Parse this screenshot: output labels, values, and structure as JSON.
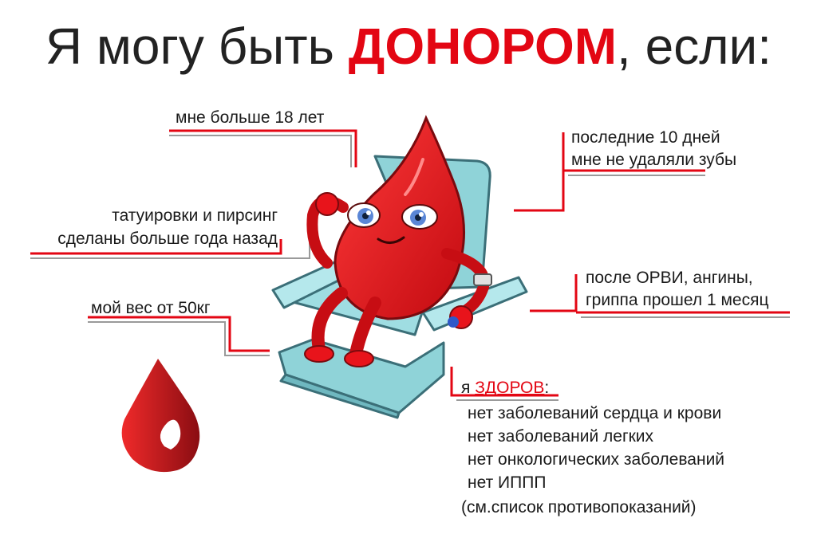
{
  "title": {
    "prefix": "Я могу быть ",
    "accent": "ДОНОРОМ",
    "suffix": ", если:"
  },
  "conditions": {
    "age": "мне больше 18 лет",
    "tattoo_line1": "татуировки и пирсинг",
    "tattoo_line2": "сделаны больше года назад",
    "weight": "мой вес от 50кг",
    "teeth_line1": "последние 10 дней",
    "teeth_line2": "мне не удаляли зубы",
    "illness_line1": "после ОРВИ, ангины,",
    "illness_line2": "гриппа прошел 1 месяц"
  },
  "health": {
    "prefix": "я ",
    "highlight": "ЗДОРОВ",
    "suffix": ":",
    "items": [
      "нет заболеваний сердца и крови",
      "нет заболеваний легких",
      "нет онкологических заболеваний",
      "нет ИППП"
    ],
    "note": "(см.список противопоказаний)"
  },
  "colors": {
    "accent": "#e30613",
    "drop": "#e8141b",
    "chair": "#8fd3d8"
  },
  "icons": [
    "blood-drop-mascot-icon",
    "blood-drop-logo-icon",
    "donor-chair-icon"
  ]
}
